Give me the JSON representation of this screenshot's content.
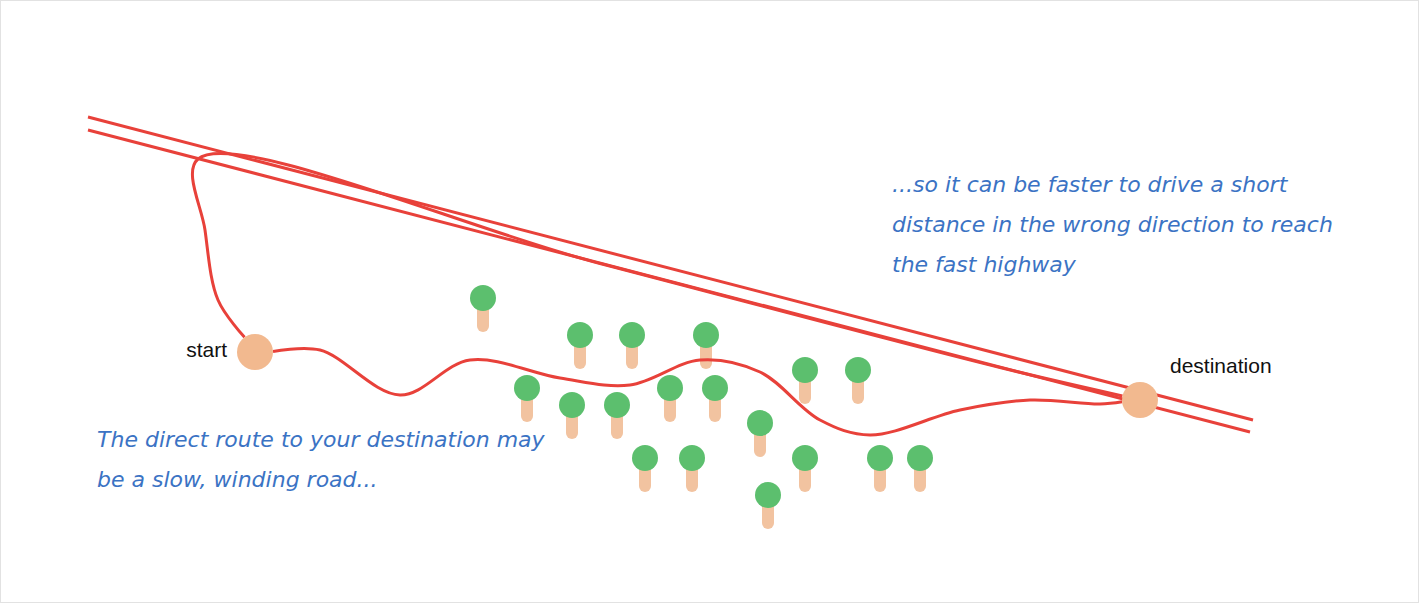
{
  "diagram": {
    "nodes": [
      {
        "text": [
          "start"
        ]
      },
      {
        "text": [
          "destination"
        ]
      }
    ],
    "edges": [
      {
        "from": 0,
        "to": 1,
        "arrow": "none"
      },
      {
        "from": 0,
        "to": 1,
        "arrow": "none"
      }
    ],
    "labels": [
      "...so it can be faster to drive a short distance in the wrong direction to reach the fast highway",
      "The direct route to your destination may be a slow, winding road..."
    ]
  }
}
